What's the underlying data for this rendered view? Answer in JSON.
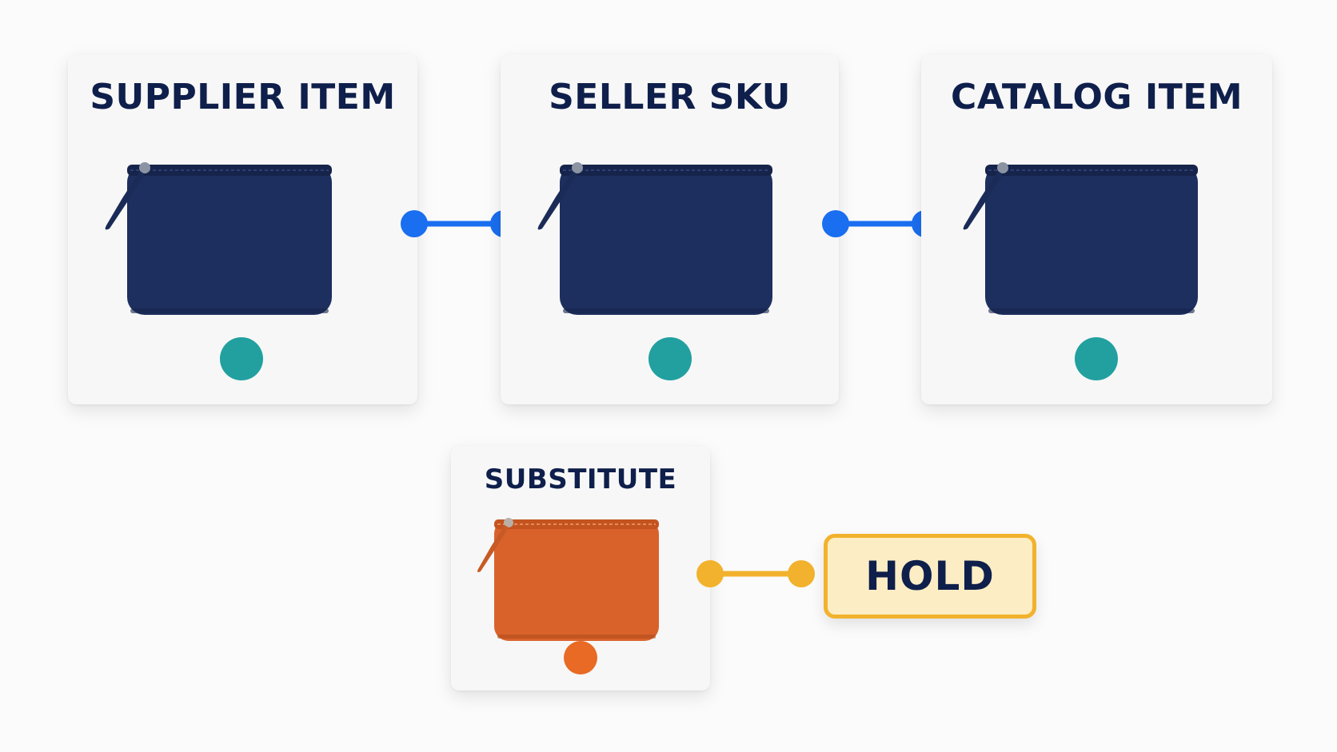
{
  "cards": {
    "supplier_item": {
      "title": "SUPPLIER ITEM",
      "status_color": "#22a0a0",
      "item_color": "#1d2f5e"
    },
    "seller_sku": {
      "title": "SELLER SKU",
      "status_color": "#22a0a0",
      "item_color": "#1d2f5e"
    },
    "catalog_item": {
      "title": "CATALOG ITEM",
      "status_color": "#22a0a0",
      "item_color": "#1d2f5e"
    },
    "substitute": {
      "title": "SUBSTITUTE",
      "status_color": "#e86a24",
      "item_color": "#d9622b"
    }
  },
  "hold": {
    "label": "HOLD"
  },
  "colors": {
    "link_primary": "#1a6ef0",
    "link_hold": "#f2b22d",
    "title_text": "#0f1f4b"
  },
  "icons": {
    "item": "zippered-pouch-icon",
    "status": "status-dot-icon"
  }
}
